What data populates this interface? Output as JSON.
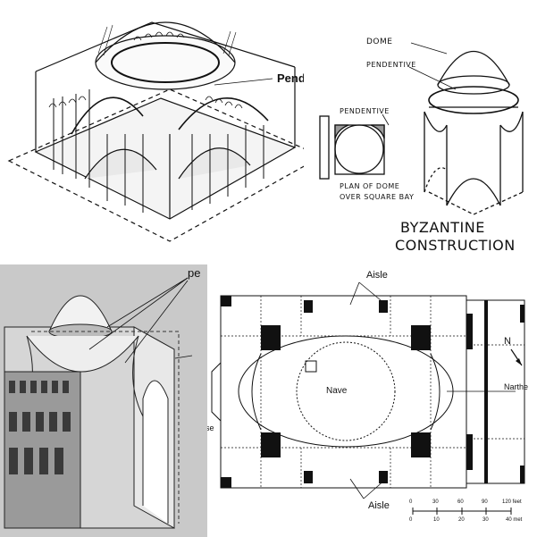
{
  "top_left": {
    "pendentive_label": "Pendentive"
  },
  "top_right": {
    "dome_label": "DOME",
    "pendentive_upper": "PENDENTIVE",
    "pendentive_plan": "PENDENTIVE",
    "plan_caption_1": "PLAN OF DOME",
    "plan_caption_2": "OVER SQUARE BAY",
    "title_1": "BYZANTINE",
    "title_2": "CONSTRUCTION"
  },
  "bottom_left": {
    "partial_label_pe": "pe",
    "partial_label_se": "se"
  },
  "floor_plan": {
    "aisle_top": "Aisle",
    "aisle_bottom": "Aisle",
    "nave": "Nave",
    "narthex_partial": "Narthe",
    "north": "N",
    "scale_ticks": [
      "0",
      "30",
      "60",
      "90",
      "120 feet"
    ],
    "scale_ticks_m": [
      "0",
      "10",
      "20",
      "30",
      "40 met"
    ]
  }
}
